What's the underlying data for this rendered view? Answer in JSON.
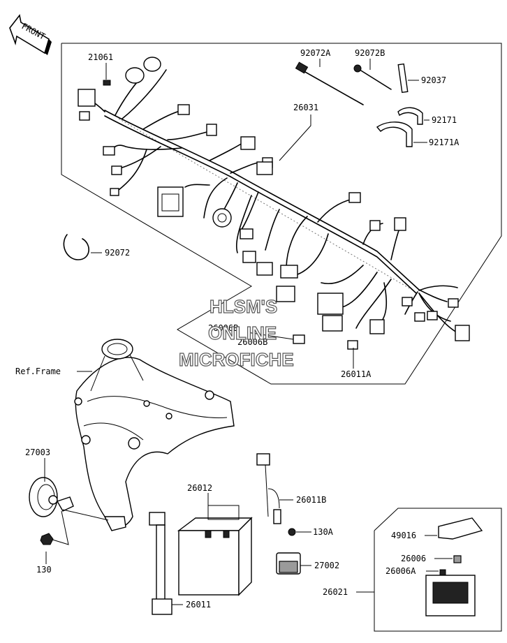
{
  "front_label": "FRONT",
  "watermark": {
    "line1": "HLSM'S",
    "line2": "ONLINE",
    "line3": "MICROFICHE"
  },
  "ref_frame": "Ref.Frame",
  "callouts": [
    {
      "id": "c21061",
      "text": "21061"
    },
    {
      "id": "c92072A",
      "text": "92072A"
    },
    {
      "id": "c92072B",
      "text": "92072B"
    },
    {
      "id": "c92037",
      "text": "92037"
    },
    {
      "id": "c26031",
      "text": "26031"
    },
    {
      "id": "c92171",
      "text": "92171"
    },
    {
      "id": "c92171A",
      "text": "92171A"
    },
    {
      "id": "c92072",
      "text": "92072"
    },
    {
      "id": "c26006B_1",
      "text": "26006B"
    },
    {
      "id": "c26006B_2",
      "text": "26006B"
    },
    {
      "id": "c26011A",
      "text": "26011A"
    },
    {
      "id": "c27003",
      "text": "27003"
    },
    {
      "id": "c26012",
      "text": "26012"
    },
    {
      "id": "c26011B",
      "text": "26011B"
    },
    {
      "id": "c130A",
      "text": "130A"
    },
    {
      "id": "c130",
      "text": "130"
    },
    {
      "id": "c27002",
      "text": "27002"
    },
    {
      "id": "c49016",
      "text": "49016"
    },
    {
      "id": "c26006",
      "text": "26006"
    },
    {
      "id": "c26006A",
      "text": "26006A"
    },
    {
      "id": "c26021",
      "text": "26021"
    },
    {
      "id": "c26011",
      "text": "26011"
    }
  ]
}
